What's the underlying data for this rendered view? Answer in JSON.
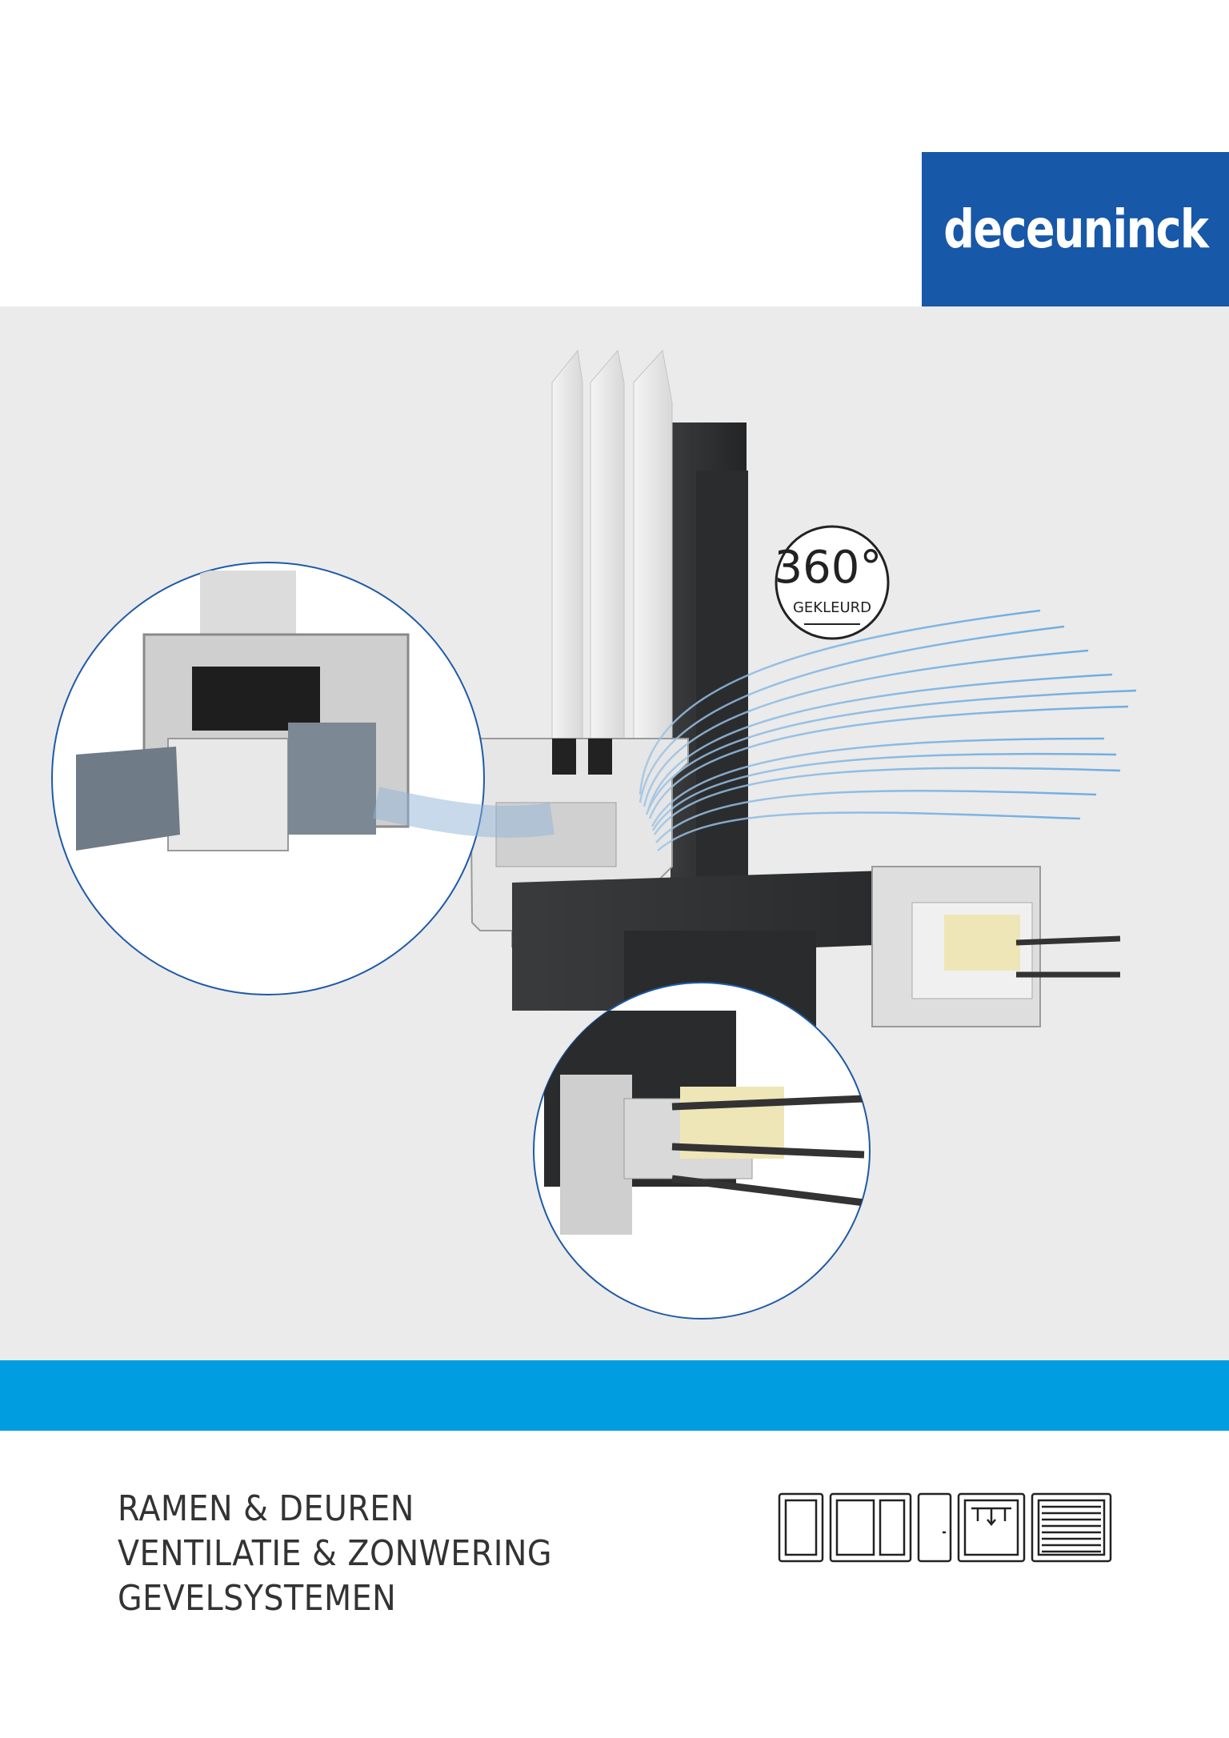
{
  "brand": {
    "name": "deceuninck",
    "color": "#1758a8"
  },
  "badge": {
    "number": "360°",
    "label": "GEKLEURD"
  },
  "band_color": "#009ee0",
  "taglines": [
    "RAMEN & DEUREN",
    "VENTILATIE & ZONWERING",
    "GEVELSYSTEMEN"
  ],
  "icons": [
    "window-single-icon",
    "window-double-icon",
    "door-icon",
    "ventilation-icon",
    "roller-shutter-icon"
  ]
}
